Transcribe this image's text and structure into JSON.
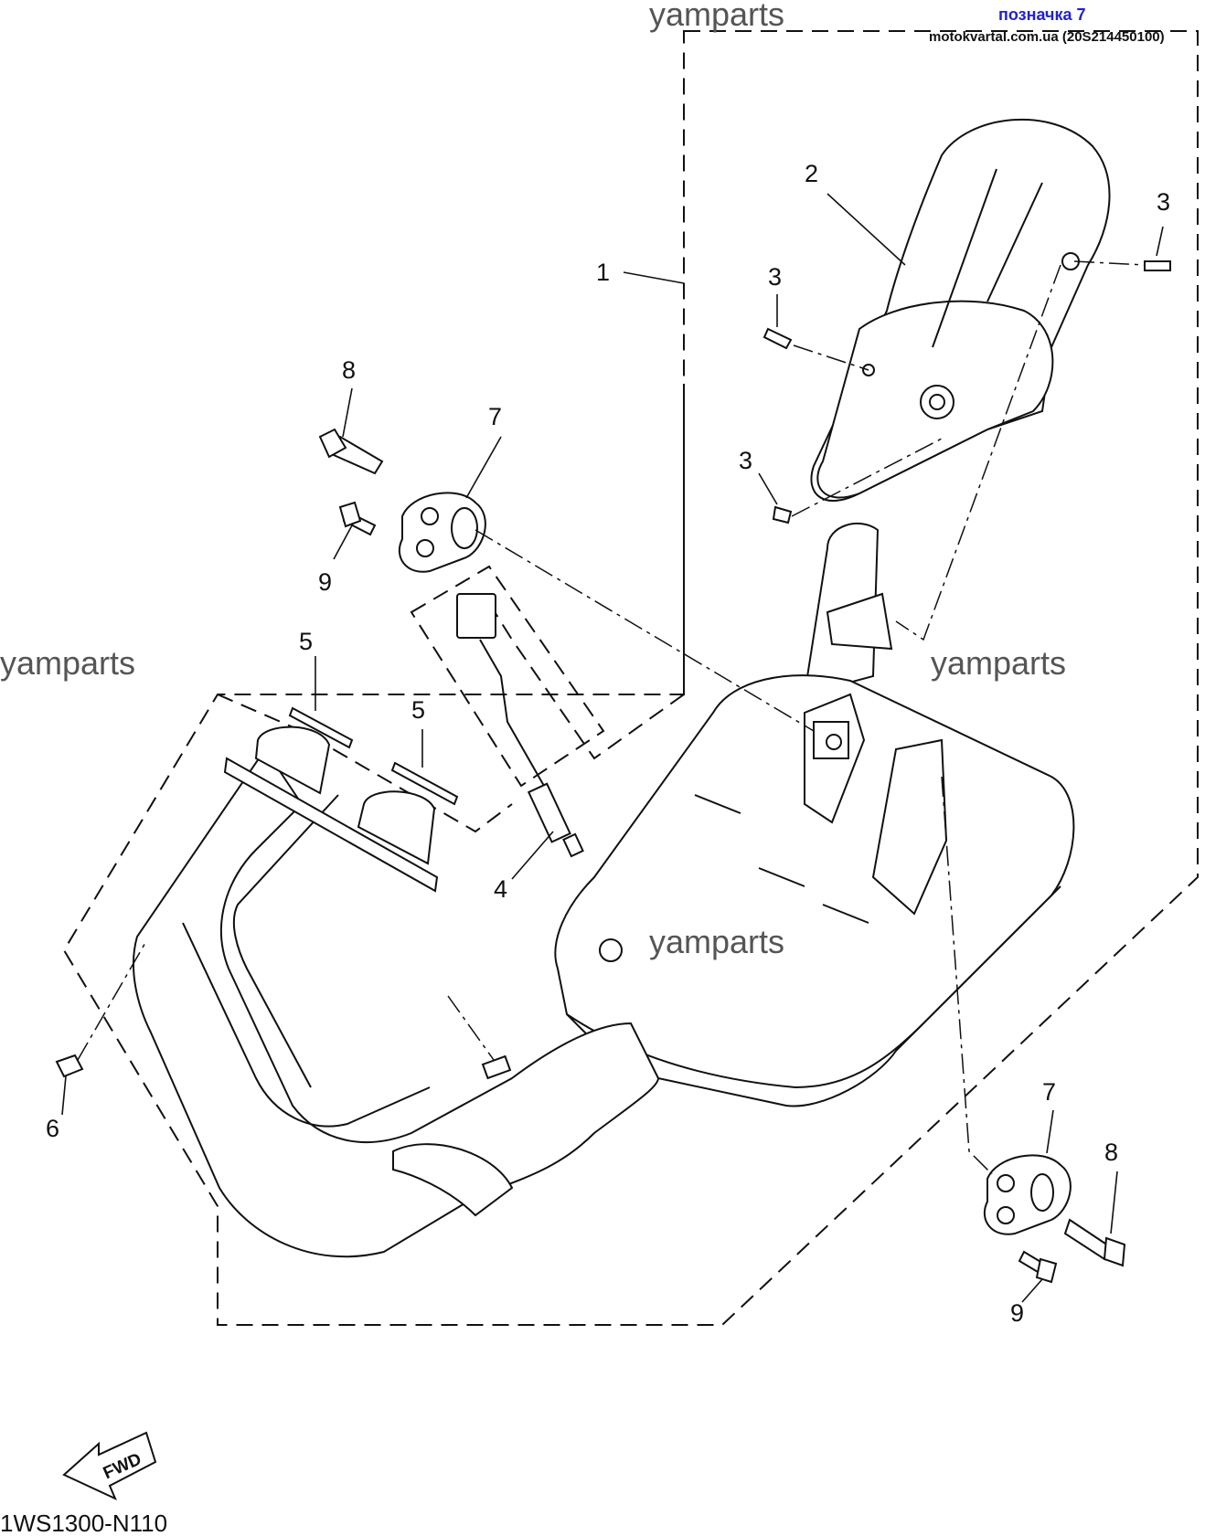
{
  "header": {
    "watermark_top": "yamparts",
    "mark_label": "позначка 7",
    "source_line": "motokvartal.com.ua (20S214450100)"
  },
  "watermarks": [
    "yamparts",
    "yamparts",
    "yamparts"
  ],
  "callouts": {
    "c1": "1",
    "c2": "2",
    "c3a": "3",
    "c3b": "3",
    "c3c": "3",
    "c4": "4",
    "c5a": "5",
    "c5b": "5",
    "c6": "6",
    "c7a": "7",
    "c7b": "7",
    "c8a": "8",
    "c8b": "8",
    "c9a": "9",
    "c9b": "9"
  },
  "fwd_label": "FWD",
  "diagram_code": "1WS1300-N110",
  "colors": {
    "line": "#111111",
    "watermark": "#555555",
    "mark": "#2222cc"
  }
}
